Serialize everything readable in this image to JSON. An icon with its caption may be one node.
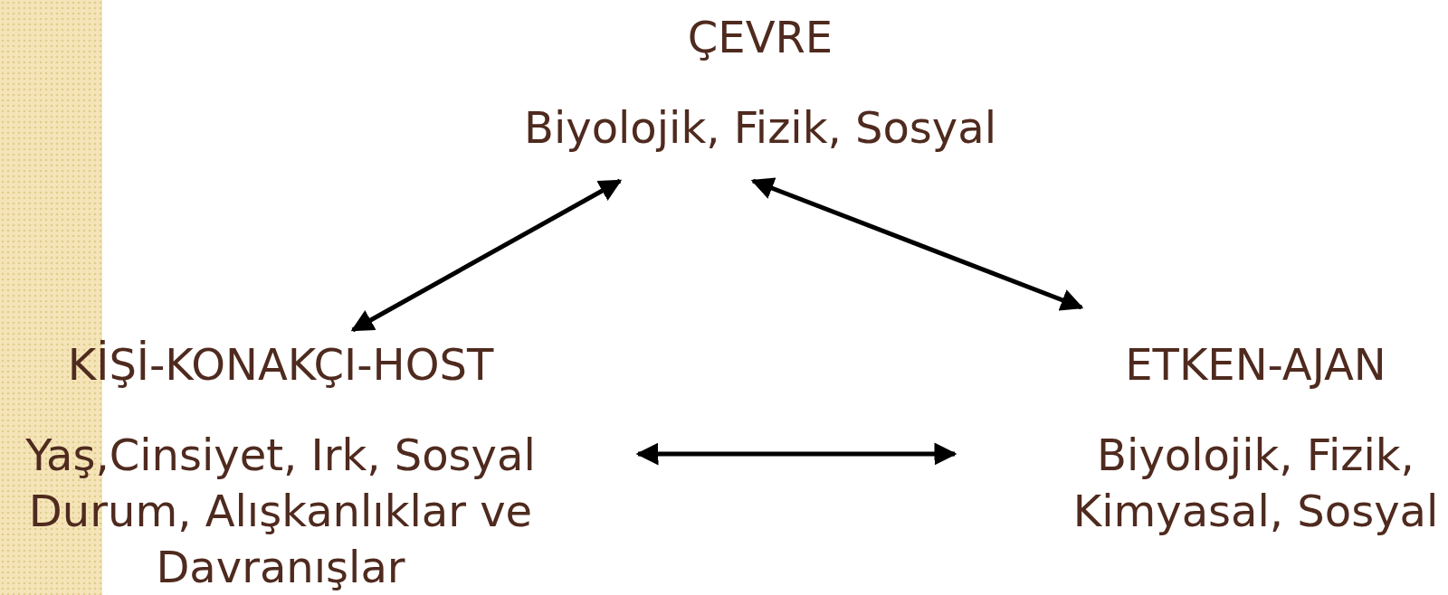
{
  "diagram": {
    "nodes": [
      {
        "text": [
          "ÇEVRE",
          "Biyolojik, Fizik, Sosyal"
        ]
      },
      {
        "text": [
          "KİŞİ-KONAKÇI-HOST",
          "Yaş,Cinsiyet, Irk, Sosyal Durum, Alışkanlıklar ve Davranışlar"
        ]
      },
      {
        "text": [
          "ETKEN-AJAN",
          "Biyolojik, Fizik, Kimyasal, Sosyal"
        ]
      }
    ],
    "edges": [
      {
        "from": 1,
        "to": 0,
        "arrow": "both"
      },
      {
        "from": 0,
        "to": 2,
        "arrow": "both"
      },
      {
        "from": 1,
        "to": 2,
        "arrow": "both"
      }
    ]
  }
}
